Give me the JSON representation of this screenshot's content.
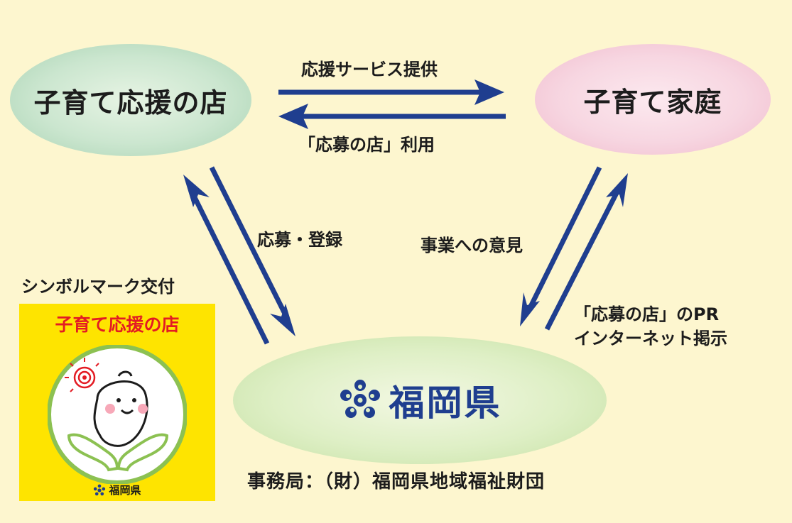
{
  "nodes": {
    "shop": "子育て応援の店",
    "family": "子育て家庭",
    "prefecture": "福岡県"
  },
  "edges": {
    "service": "応援サービス提供",
    "use": "「応募の店」利用",
    "apply": "応募・登録",
    "opinion": "事業への意見",
    "pr_line1": "「応募の店」のPR",
    "pr_line2": "インターネット掲示",
    "symbol": "シンボルマーク交付"
  },
  "office": "事務局：（財）福岡県地域福祉財団",
  "symbol_mark": {
    "title": "子育て応援の店",
    "footer": "福岡県"
  },
  "colors": {
    "background": "#fdf6cf",
    "arrow": "#1f3e8f",
    "mark_bg": "#fee400",
    "mark_title": "#e31b23"
  },
  "icons": [
    "fukuoka-emblem-icon",
    "baby-mascot-icon",
    "hands-icon"
  ]
}
